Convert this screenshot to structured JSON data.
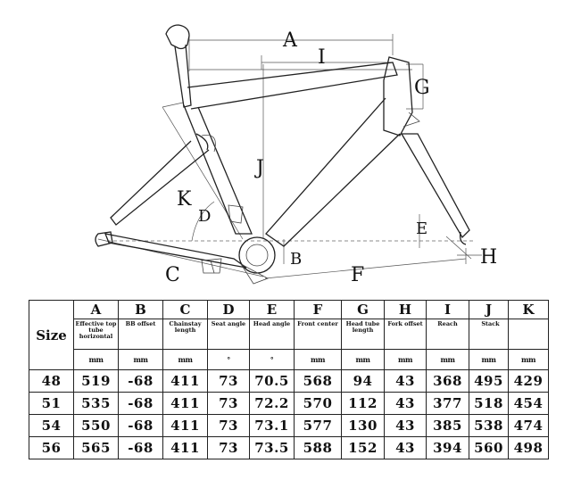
{
  "diagram": {
    "labels": {
      "A": "A",
      "I": "I",
      "G": "G",
      "J": "J",
      "K": "K",
      "D": "D",
      "E": "E",
      "B": "B",
      "C": "C",
      "F": "F",
      "H": "H"
    }
  },
  "table": {
    "size_label": "Size",
    "columns": [
      {
        "letter": "A",
        "desc": "Effective top tube horizontal",
        "unit": "mm"
      },
      {
        "letter": "B",
        "desc": "BB offset",
        "unit": "mm"
      },
      {
        "letter": "C",
        "desc": "Chainstay length",
        "unit": "mm"
      },
      {
        "letter": "D",
        "desc": "Seat angle",
        "unit": "°"
      },
      {
        "letter": "E",
        "desc": "Head angle",
        "unit": "°"
      },
      {
        "letter": "F",
        "desc": "Front center",
        "unit": "mm"
      },
      {
        "letter": "G",
        "desc": "Head tube length",
        "unit": "mm"
      },
      {
        "letter": "H",
        "desc": "Fork offset",
        "unit": "mm"
      },
      {
        "letter": "I",
        "desc": "Reach",
        "unit": "mm"
      },
      {
        "letter": "J",
        "desc": "Stack",
        "unit": "mm"
      },
      {
        "letter": "K",
        "desc": "",
        "unit": "mm"
      }
    ],
    "rows": [
      {
        "size": "48",
        "values": [
          "519",
          "-68",
          "411",
          "73",
          "70.5",
          "568",
          "94",
          "43",
          "368",
          "495",
          "429"
        ]
      },
      {
        "size": "51",
        "values": [
          "535",
          "-68",
          "411",
          "73",
          "72.2",
          "570",
          "112",
          "43",
          "377",
          "518",
          "454"
        ]
      },
      {
        "size": "54",
        "values": [
          "550",
          "-68",
          "411",
          "73",
          "73.1",
          "577",
          "130",
          "43",
          "385",
          "538",
          "474"
        ]
      },
      {
        "size": "56",
        "values": [
          "565",
          "-68",
          "411",
          "73",
          "73.5",
          "588",
          "152",
          "43",
          "394",
          "560",
          "498"
        ]
      }
    ]
  }
}
